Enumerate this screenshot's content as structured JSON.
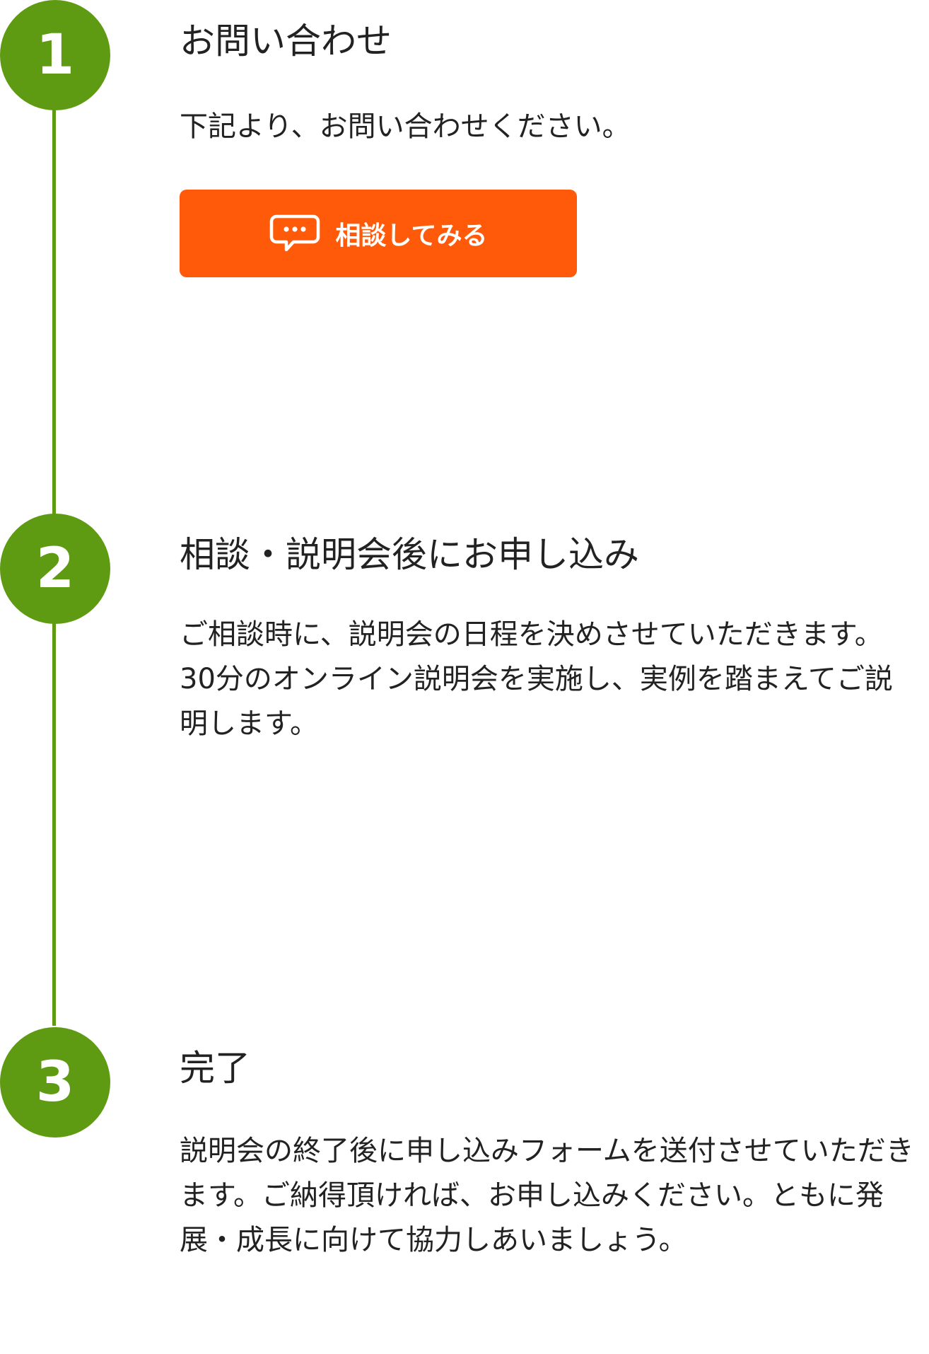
{
  "steps": [
    {
      "number": "1",
      "title": "お問い合わせ",
      "description": "下記より、お問い合わせください。",
      "button": {
        "label": "相談してみる",
        "icon": "chat-bubble-icon"
      }
    },
    {
      "number": "2",
      "title": "相談・説明会後にお申し込み",
      "description": "ご相談時に、説明会の日程を決めさせていただきます。30分のオンライン説明会を実施し、実例を踏まえてご説明します。"
    },
    {
      "number": "3",
      "title": "完了",
      "description": "説明会の終了後に申し込みフォームを送付させていただきます。ご納得頂ければ、お申し込みください。ともに発展・成長に向けて協力しあいましょう。"
    }
  ],
  "colors": {
    "accent_green": "#5e9b12",
    "button_orange": "#ff5a0a",
    "text": "#222222"
  }
}
